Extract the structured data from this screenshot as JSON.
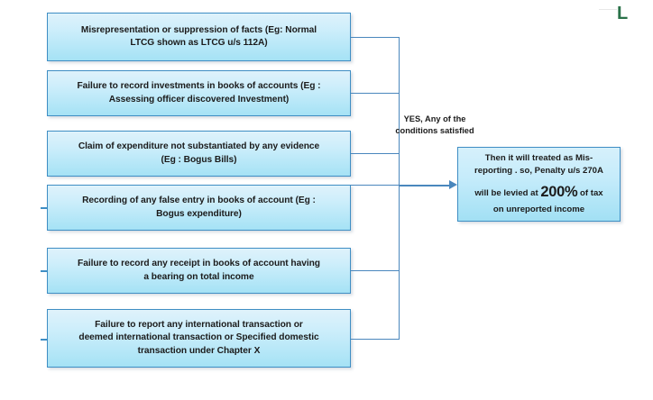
{
  "diagram": {
    "title_glyph": "L",
    "accent_border": "#3f8ec4",
    "connector_color": "#4a87bd",
    "box_fill_top": "#dff2fb",
    "box_fill_bottom": "#a5e2f5",
    "glyph_color": "#2a7249"
  },
  "conditions": [
    {
      "id": "misrepresentation",
      "lines": [
        "Misrepresentation or suppression of facts (Eg: Normal",
        "LTCG shown as  LTCG u/s 112A)"
      ]
    },
    {
      "id": "unrecorded-investments",
      "lines": [
        "Failure to record investments in books of accounts (Eg :",
        "Assessing officer discovered Investment)"
      ]
    },
    {
      "id": "unsubstantiated-expenditure",
      "lines": [
        "Claim of expenditure not substantiated by any evidence",
        "(Eg : Bogus Bills)"
      ]
    },
    {
      "id": "false-entry",
      "lines": [
        "Recording of any false entry in books of account (Eg :",
        "Bogus expenditure)"
      ]
    },
    {
      "id": "unrecorded-receipt",
      "lines": [
        "Failure to record any receipt in books of account having",
        "a bearing on total income"
      ]
    },
    {
      "id": "international-transaction",
      "lines": [
        "Failure to report  any international  transaction  or",
        "deemed international transaction or Specified domestic",
        "transaction under Chapter X"
      ]
    }
  ],
  "decision": {
    "label_line1": "YES, Any of the",
    "label_line2": "conditions satisfied"
  },
  "result": {
    "line1": "Then  it will treated as Mis-",
    "line2": "reporting . so, Penalty u/s 270A",
    "line3_pre": "will be levied at ",
    "line3_value": "200%",
    "line3_post": " of tax",
    "line4": "on unreported income"
  }
}
